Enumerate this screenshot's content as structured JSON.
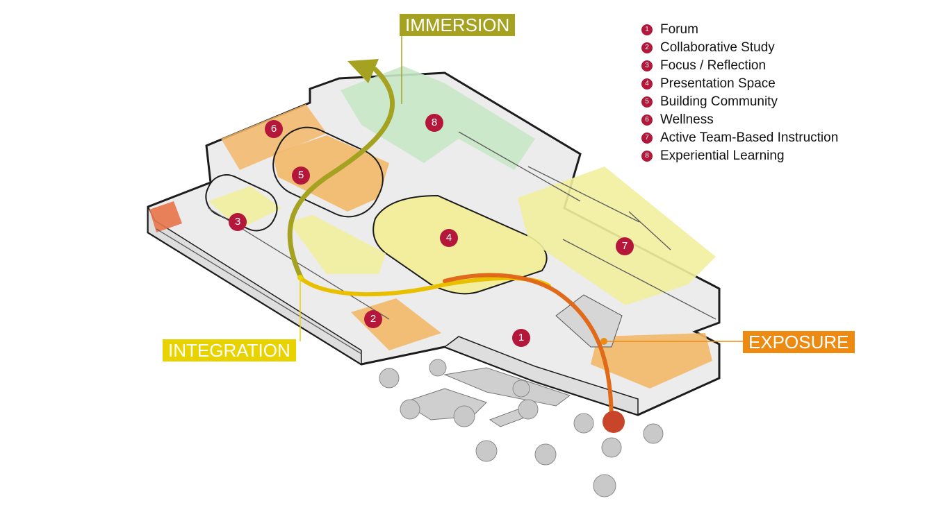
{
  "colors": {
    "badge": "#b5173a",
    "immersion": "#a5a221",
    "integration": "#e8d300",
    "exposure": "#ec8a12",
    "exposure_path": "#e06a1a",
    "start_dot": "#c9452a",
    "wall": "#1c1c1c",
    "floor": "#ececec",
    "zone_orange": "#f3b868",
    "zone_yellow": "#f2ee9e",
    "zone_green": "#c9e8c8",
    "zone_red": "#e8744a"
  },
  "path_labels": {
    "immersion": "IMMERSION",
    "integration": "INTEGRATION",
    "exposure": "EXPOSURE"
  },
  "legend": [
    {
      "number": "1",
      "label": "Forum"
    },
    {
      "number": "2",
      "label": "Collaborative Study"
    },
    {
      "number": "3",
      "label": "Focus / Reflection"
    },
    {
      "number": "4",
      "label": "Presentation Space"
    },
    {
      "number": "5",
      "label": "Building Community"
    },
    {
      "number": "6",
      "label": "Wellness"
    },
    {
      "number": "7",
      "label": "Active Team-Based Instruction"
    },
    {
      "number": "8",
      "label": "Experiential Learning"
    }
  ],
  "markers": [
    "1",
    "2",
    "3",
    "4",
    "5",
    "6",
    "7",
    "8"
  ]
}
